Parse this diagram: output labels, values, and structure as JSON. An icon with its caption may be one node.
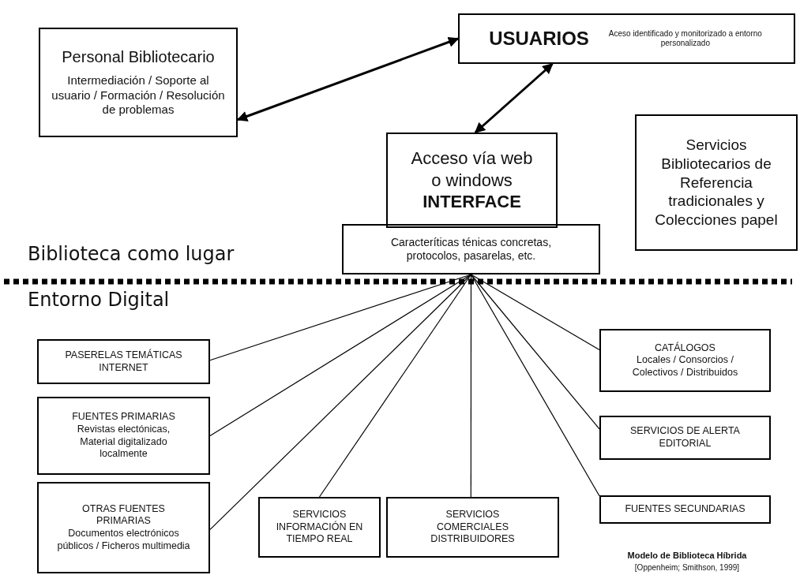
{
  "diagram": {
    "caption": "Modelo de Biblioteca Híbrida",
    "nodes": [
      {
        "text": [
          "Personal Bibliotecario",
          "Intermediación / Soporte al usuario / Formación / Resolución de problemas"
        ]
      },
      {
        "text": [
          "USUARIOS",
          "Aceso identificado y monitorizado a entorno personalizado"
        ]
      },
      {
        "text": [
          "Servicios Bibliotecarios de Referencia tradicionales y Colecciones papel"
        ]
      },
      {
        "text": [
          "Acceso vía web o windows",
          "INTERFACE"
        ]
      },
      {
        "text": [
          "Caracteríticas ténicas concretas, protocolos, pasarelas, etc."
        ]
      },
      {
        "text": [
          "PASERELAS TEMÁTICAS INTERNET"
        ]
      },
      {
        "text": [
          "CATÁLOGOS",
          "Locales / Consorcios / Colectivos / Distribuidos"
        ]
      },
      {
        "text": [
          "FUENTES PRIMARIAS",
          "Revistas electónicas, Material digitalizado localmente"
        ]
      },
      {
        "text": [
          "SERVICIOS DE ALERTA EDITORIAL"
        ]
      },
      {
        "text": [
          "OTRAS FUENTES PRIMARIAS",
          "Documentos electrónicos públicos / Ficheros multimedia"
        ]
      },
      {
        "text": [
          "SERVICIOS INFORMACIÓN EN TIEMPO REAL"
        ]
      },
      {
        "text": [
          "SERVICIOS COMERCIALES DISTRIBUIDORES"
        ]
      },
      {
        "text": [
          "FUENTES SECUNDARIAS"
        ]
      }
    ],
    "edges": [
      {
        "from": 0,
        "to": 1,
        "arrow": "both",
        "style": "thick"
      },
      {
        "from": 1,
        "to": 3,
        "arrow": "both",
        "style": "thick"
      },
      {
        "from": 4,
        "to": 5,
        "arrow": "none"
      },
      {
        "from": 4,
        "to": 7,
        "arrow": "none"
      },
      {
        "from": 4,
        "to": 9,
        "arrow": "none"
      },
      {
        "from": 4,
        "to": 10,
        "arrow": "none"
      },
      {
        "from": 4,
        "to": 11,
        "arrow": "none"
      },
      {
        "from": 4,
        "to": 12,
        "arrow": "none"
      },
      {
        "from": 4,
        "to": 8,
        "arrow": "none"
      },
      {
        "from": 4,
        "to": 6,
        "arrow": "none"
      }
    ],
    "labels": [
      "Biblioteca como lugar",
      "Entorno Digital",
      "[Oppenheim; Smithson, 1999]"
    ]
  }
}
